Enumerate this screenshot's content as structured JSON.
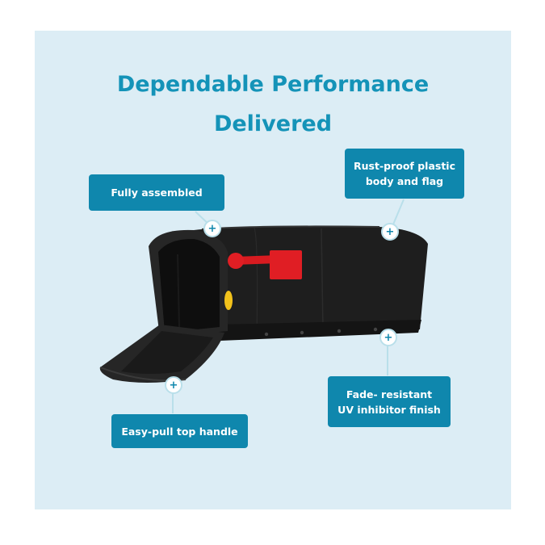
{
  "headline": {
    "line1": "Dependable Performance",
    "line2": "Delivered"
  },
  "callouts": {
    "fully_assembled": "Fully assembled",
    "rust_proof": "Rust-proof plastic\nbody and flag",
    "fade_resistant": "Fade- resistant\nUV inhibitor finish",
    "easy_pull": "Easy-pull top handle"
  },
  "hotspot_symbol": "+",
  "colors": {
    "background_panel": "#dcedf5",
    "accent": "#0f87ad",
    "headline": "#1493b8",
    "mailbox_body": "#1c1c1c",
    "flag": "#e01e24",
    "latch": "#f2c21b"
  },
  "icons": [
    "mailbox-illustration",
    "plus-icon"
  ]
}
